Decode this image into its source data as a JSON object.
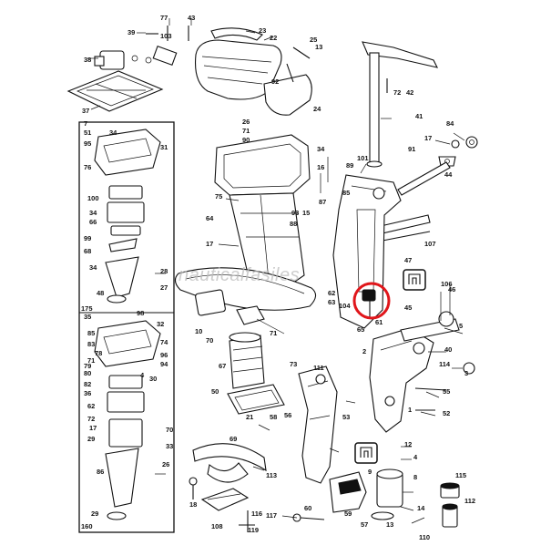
{
  "diagram": {
    "watermark": "nauticalfasiles",
    "highlight_color": "#e0161b",
    "inset_box_top_label": "175",
    "inset_box_bottom_label": "160",
    "part_numbers": [
      "39",
      "77",
      "103",
      "43",
      "23",
      "22",
      "38",
      "37",
      "25",
      "13",
      "92",
      "24",
      "72",
      "42",
      "41",
      "7",
      "51",
      "95",
      "76",
      "34",
      "31",
      "100",
      "66",
      "34",
      "99",
      "68",
      "34",
      "48",
      "26",
      "71",
      "90",
      "34",
      "16",
      "101",
      "89",
      "75",
      "64",
      "17",
      "93",
      "15",
      "88",
      "87",
      "85",
      "17",
      "84",
      "44",
      "91",
      "107",
      "47",
      "61",
      "62",
      "63",
      "104",
      "65",
      "10",
      "70",
      "71",
      "67",
      "106",
      "46",
      "5",
      "2",
      "40",
      "111",
      "73",
      "45",
      "3",
      "50",
      "21",
      "58",
      "56",
      "55",
      "52",
      "69",
      "53",
      "113",
      "114",
      "1",
      "4",
      "8",
      "12",
      "9",
      "18",
      "108",
      "116",
      "119",
      "117",
      "60",
      "59",
      "57",
      "13",
      "14",
      "115",
      "112",
      "110",
      "28",
      "27",
      "98",
      "35",
      "32",
      "74",
      "96",
      "94",
      "79",
      "78",
      "80",
      "82",
      "36",
      "83",
      "85",
      "62",
      "72",
      "4",
      "70",
      "33",
      "17",
      "29",
      "30",
      "71",
      "26",
      "86",
      "29"
    ]
  }
}
